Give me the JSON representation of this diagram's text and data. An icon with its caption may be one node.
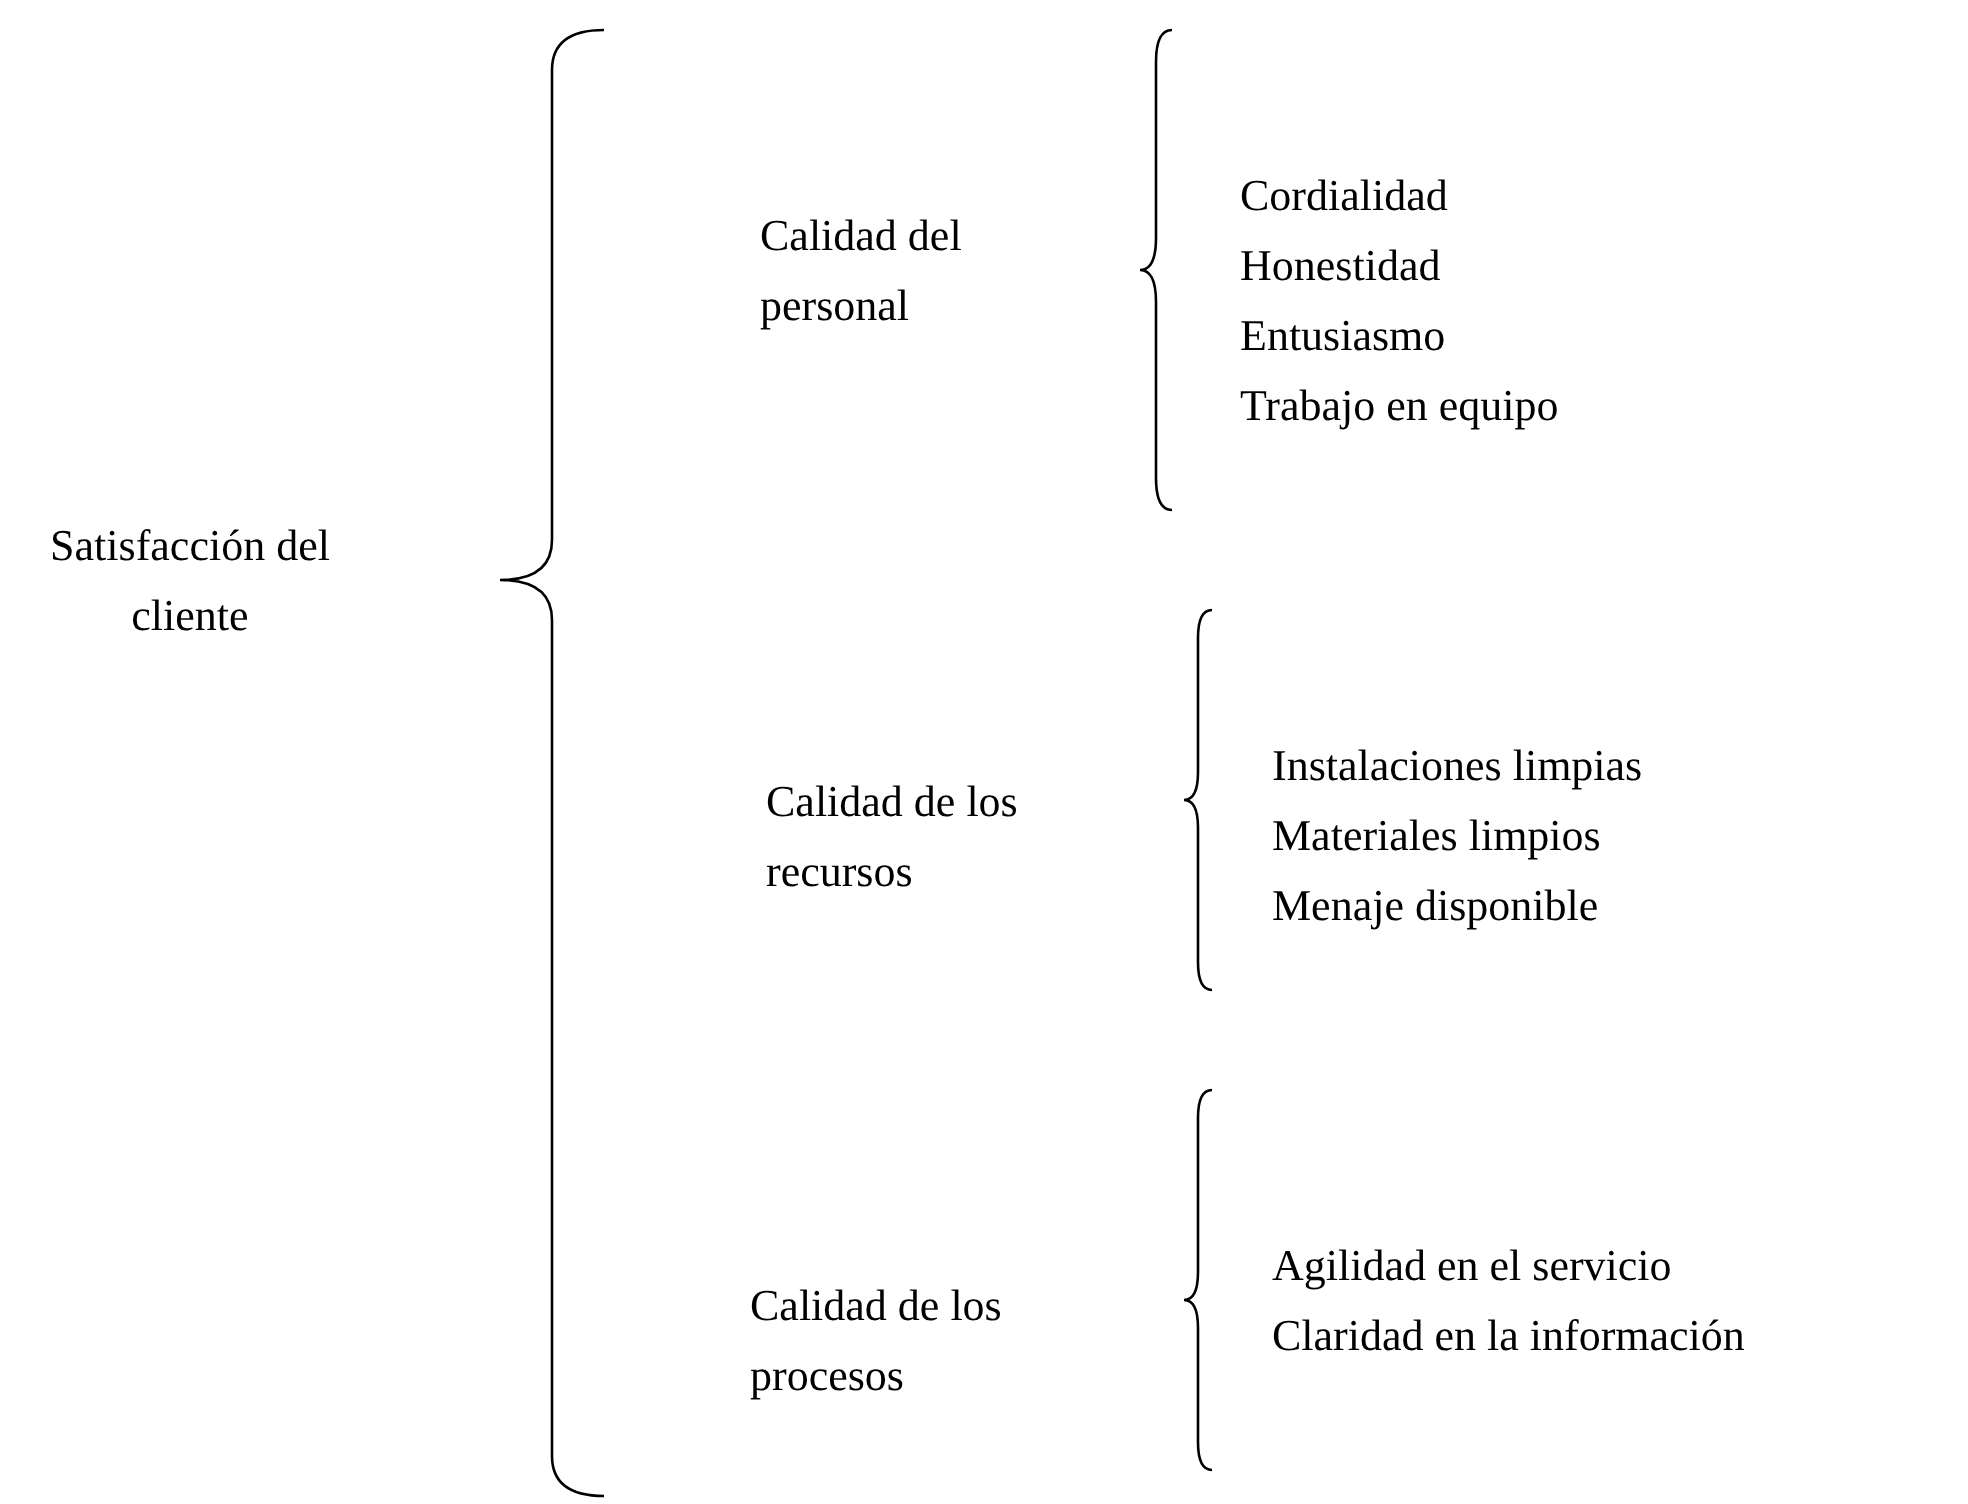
{
  "diagram": {
    "labels": [
      "Satisfacción del cliente",
      "Calidad del personal",
      "Cordialidad",
      "Honestidad",
      "Entusiasmo",
      "Trabajo en equipo",
      "Calidad de los recursos",
      "Instalaciones limpias",
      "Materiales limpios",
      "Menaje disponible",
      "Calidad de los procesos",
      "Agilidad en el servicio",
      "Claridad en la información"
    ]
  }
}
